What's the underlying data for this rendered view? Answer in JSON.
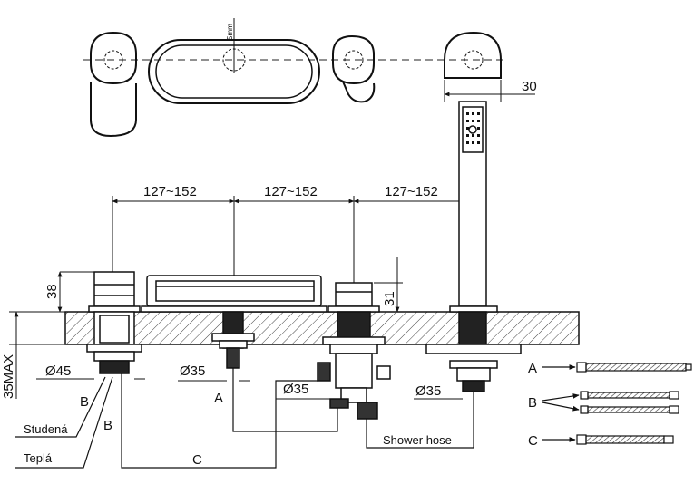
{
  "top_view": {
    "small_dim": "5mm",
    "dim_30": "30"
  },
  "spacing_dims": [
    "127~152",
    "127~152",
    "127~152"
  ],
  "heights": {
    "h38": "38",
    "h31": "31",
    "h35max": "35MAX"
  },
  "diameters": {
    "d45": "Ø45",
    "d35_a": "Ø35",
    "d35_b": "Ø35",
    "d35_c": "Ø35"
  },
  "connections": {
    "A": "A",
    "B1": "B",
    "B2": "B",
    "C": "C"
  },
  "labels": {
    "studena": "Studená",
    "tepla": "Teplá",
    "shower_hose": "Shower hose"
  },
  "hose_legend": [
    "A",
    "B",
    "C"
  ]
}
